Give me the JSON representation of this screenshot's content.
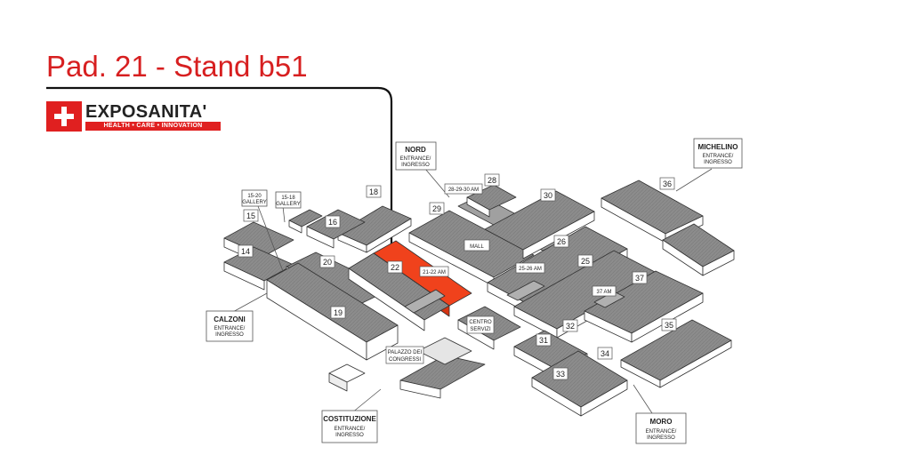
{
  "header": {
    "title": "Pad. 21 - Stand b51"
  },
  "logo": {
    "name": "EXPOSANITA'",
    "tagline": "HEALTH • CARE • INNOVATION"
  },
  "entrances": {
    "nord": {
      "name": "NORD",
      "line1": "ENTRANCE/",
      "line2": "INGRESSO"
    },
    "michelino": {
      "name": "MICHELINO",
      "line1": "ENTRANCE/",
      "line2": "INGRESSO"
    },
    "calzoni": {
      "name": "CALZONI",
      "line1": "ENTRANCE/",
      "line2": "INGRESSO"
    },
    "costituzione": {
      "name": "COSTITUZIONE",
      "line1": "ENTRANCE/",
      "line2": "INGRESSO"
    },
    "moro": {
      "name": "MORO",
      "line1": "ENTRANCE/",
      "line2": "INGRESSO"
    }
  },
  "galleries": {
    "g1520": {
      "line1": "15-20",
      "line2": "GALLERY"
    },
    "g1518": {
      "line1": "15-18",
      "line2": "GALLERY"
    }
  },
  "halls": {
    "h14": "14",
    "h15": "15",
    "h16": "16",
    "h18": "18",
    "h19": "19",
    "h20": "20",
    "h22": "22",
    "h25": "25",
    "h26": "26",
    "h28": "28",
    "h29": "29",
    "h30": "30",
    "h31": "31",
    "h32": "32",
    "h33": "33",
    "h34": "34",
    "h35": "35",
    "h36": "36",
    "h37": "37"
  },
  "areas": {
    "mall": "MALL",
    "am282930": "28-29-30 AM",
    "am2122": "21-22 AM",
    "am2526": "25-26 AM",
    "am37": "37 AM",
    "centro1": "CENTRO",
    "centro2": "SERVIZI",
    "palazzo1": "PALAZZO DEI",
    "palazzo2": "CONGRESSI"
  },
  "colors": {
    "highlight": "#f0421c",
    "title": "#d71f20",
    "building_top": "#8c8c8c",
    "building_side": "#ffffff"
  }
}
